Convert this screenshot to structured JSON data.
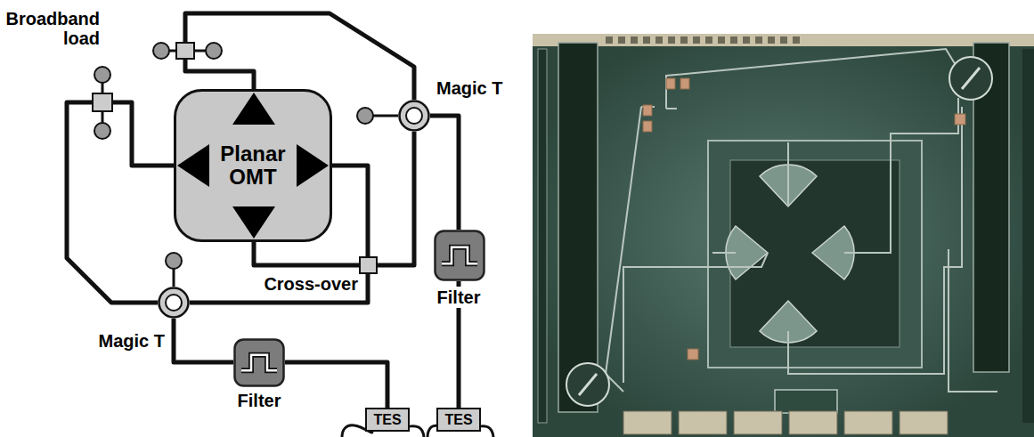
{
  "diagram": {
    "nodes": [
      {
        "text": [
          "Broadband load"
        ]
      },
      {
        "text": [
          "Planar OMT"
        ]
      },
      {
        "text": [
          "Magic T"
        ]
      },
      {
        "text": [
          "Filter"
        ]
      },
      {
        "text": [
          "Cross-over"
        ]
      },
      {
        "text": [
          "Magic T"
        ]
      },
      {
        "text": [
          "Filter"
        ]
      },
      {
        "text": [
          "TES"
        ]
      },
      {
        "text": [
          "TES"
        ]
      }
    ],
    "edges": [
      {
        "from": 1,
        "to": 0,
        "arrow": "none"
      },
      {
        "from": 0,
        "to": 2,
        "arrow": "none"
      },
      {
        "from": 1,
        "to": 4,
        "arrow": "none"
      },
      {
        "from": 4,
        "to": 2,
        "arrow": "none"
      },
      {
        "from": 1,
        "to": 4,
        "arrow": "none"
      },
      {
        "from": 4,
        "to": 5,
        "arrow": "none"
      },
      {
        "from": 1,
        "to": 5,
        "arrow": "none"
      },
      {
        "from": 2,
        "to": 3,
        "arrow": "none"
      },
      {
        "from": 3,
        "to": 8,
        "arrow": "none"
      },
      {
        "from": 5,
        "to": 6,
        "arrow": "none"
      },
      {
        "from": 6,
        "to": 7,
        "arrow": "none"
      }
    ]
  }
}
